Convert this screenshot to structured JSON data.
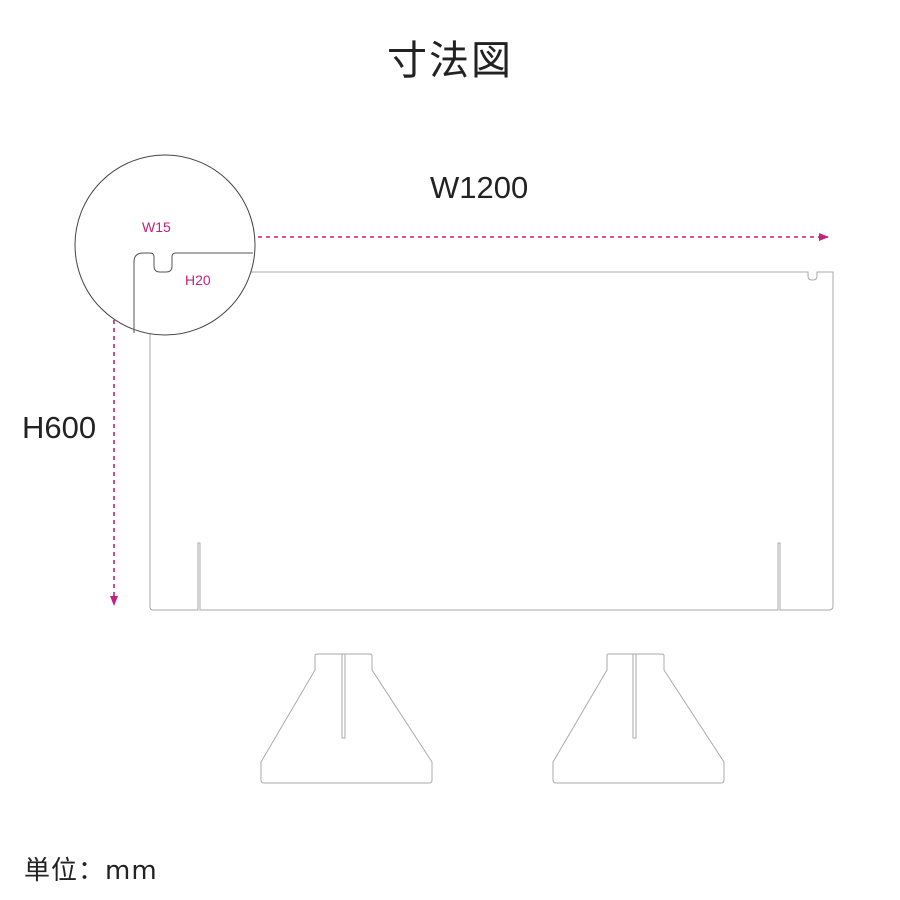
{
  "title": "寸法図",
  "dimensions": {
    "width_label": "W1200",
    "height_label": "H600"
  },
  "detail": {
    "slot_width_label": "W15",
    "slot_height_label": "H20"
  },
  "unit_label": "単位：mm",
  "colors": {
    "dimension_arrow": "#c2217f",
    "outline": "#999999",
    "text": "#222222"
  }
}
